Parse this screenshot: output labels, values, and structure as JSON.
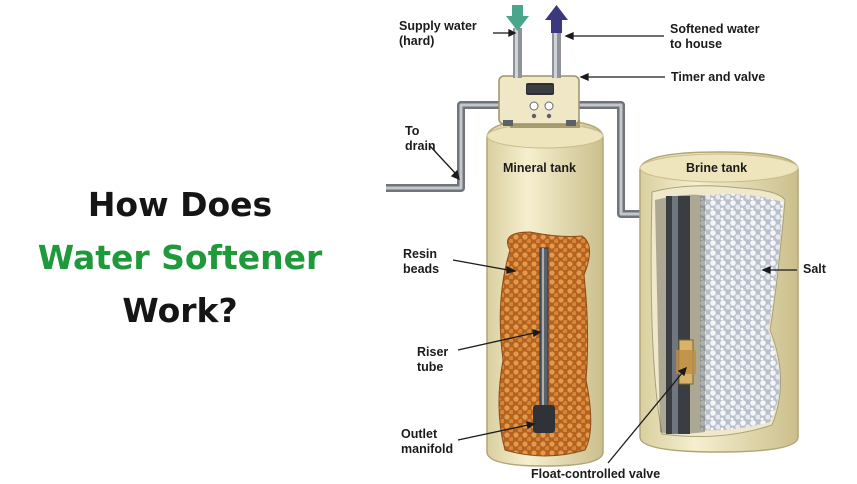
{
  "heading": {
    "line1": "How Does",
    "line2": "Water Softener",
    "line3": "Work?"
  },
  "labels": {
    "supply_1": "Supply water",
    "supply_2": "(hard)",
    "softened_1": "Softened water",
    "softened_2": "to house",
    "timer": "Timer and valve",
    "drain_1": "To",
    "drain_2": "drain",
    "mineral_tank": "Mineral tank",
    "brine_tank": "Brine tank",
    "resin_1": "Resin",
    "resin_2": "beads",
    "salt": "Salt",
    "riser_1": "Riser",
    "riser_2": "tube",
    "outlet_1": "Outlet",
    "outlet_2": "manifold",
    "float_valve": "Float-controlled valve"
  },
  "colors": {
    "heading_dark": "#151515",
    "heading_green": "#1f9a3a",
    "tank_body": "#f1e8bf",
    "resin": "#c8772f",
    "salt": "#dfe3ea",
    "pipe": "#8a9096",
    "supply_arrow": "#4aa58a",
    "softened_arrow": "#3c3880"
  }
}
